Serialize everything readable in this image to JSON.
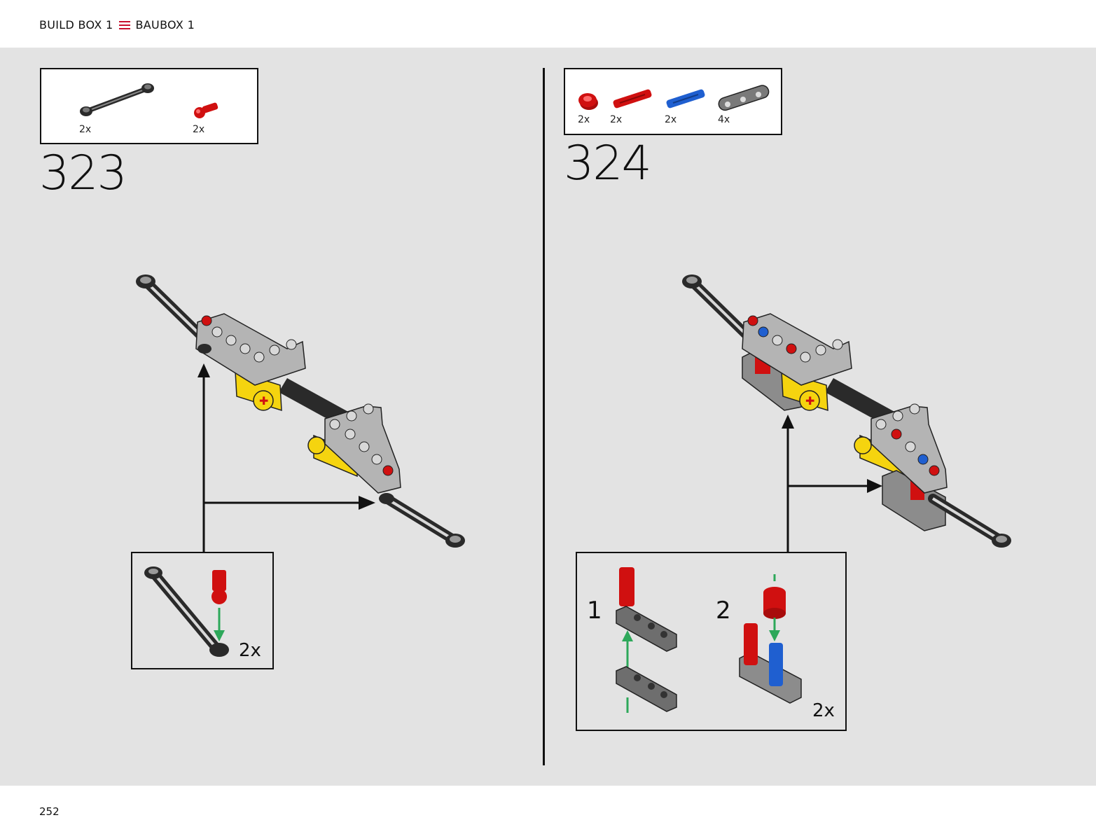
{
  "header": {
    "left_label": "BUILD BOX 1",
    "right_label": "BAUBOX 1",
    "menu_color": "#c8102e"
  },
  "footer": {
    "page_number": "252"
  },
  "steps": [
    {
      "number": "323",
      "parts": [
        {
          "name": "gray-link-icon",
          "qty": "2x"
        },
        {
          "name": "red-ball-pin-icon",
          "qty": "2x"
        }
      ],
      "subassembly": {
        "qty": "2x"
      }
    },
    {
      "number": "324",
      "parts": [
        {
          "name": "red-bush-icon",
          "qty": "2x"
        },
        {
          "name": "red-axle-pin-icon",
          "qty": "2x"
        },
        {
          "name": "blue-pin-icon",
          "qty": "2x"
        },
        {
          "name": "gray-beam-3-icon",
          "qty": "4x"
        }
      ],
      "subassembly": {
        "sub_steps": [
          "1",
          "2"
        ],
        "qty": "2x"
      }
    }
  ],
  "colors": {
    "background": "#e3e3e3",
    "beam": "#b4b4b4",
    "dark": "#2a2a2a",
    "red": "#d01010",
    "blue": "#1f5fd0",
    "yellow": "#f5d40f",
    "arrow_green": "#2da85a"
  }
}
